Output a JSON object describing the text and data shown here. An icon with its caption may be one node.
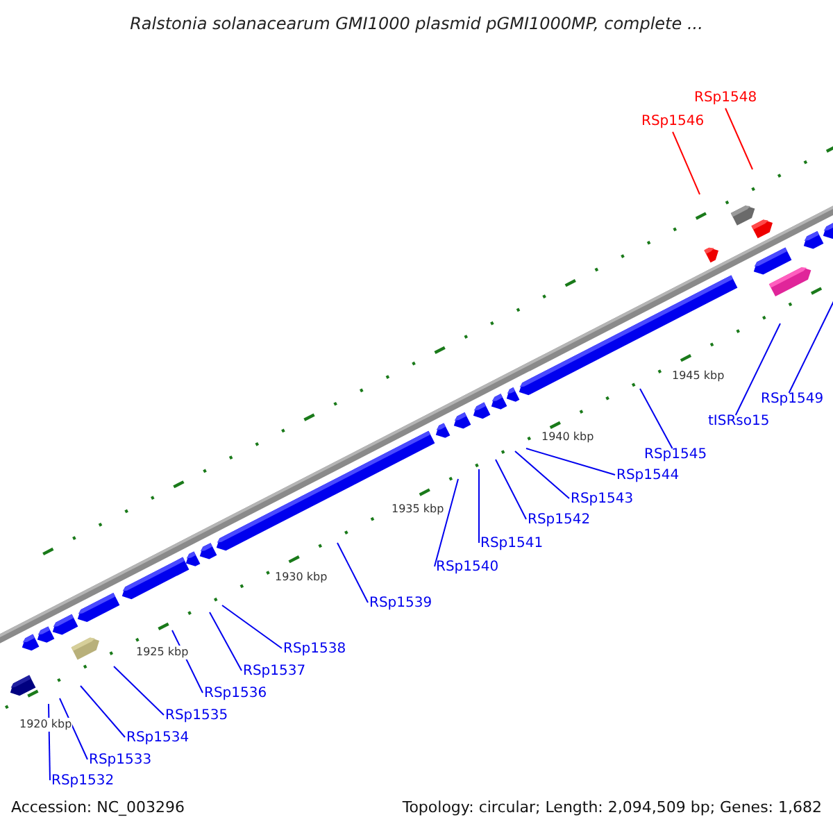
{
  "diagram": {
    "title": "Ralstonia solanacearum GMI1000 plasmid pGMI1000MP, complete ...",
    "nodes": [
      {
        "text": [
          "RSp1532"
        ]
      },
      {
        "text": [
          "RSp1533"
        ]
      },
      {
        "text": [
          "RSp1534"
        ]
      },
      {
        "text": [
          "RSp1535"
        ]
      },
      {
        "text": [
          "RSp1536"
        ]
      },
      {
        "text": [
          "RSp1537"
        ]
      },
      {
        "text": [
          "RSp1538"
        ]
      },
      {
        "text": [
          "RSp1539"
        ]
      },
      {
        "text": [
          "RSp1540"
        ]
      },
      {
        "text": [
          "RSp1541"
        ]
      },
      {
        "text": [
          "RSp1542"
        ]
      },
      {
        "text": [
          "RSp1543"
        ]
      },
      {
        "text": [
          "RSp1544"
        ]
      },
      {
        "text": [
          "RSp1545"
        ]
      },
      {
        "text": [
          "RSp1546"
        ]
      },
      {
        "text": [
          "RSp1548"
        ]
      },
      {
        "text": [
          "tISRso15"
        ]
      },
      {
        "text": [
          "RSp1549"
        ]
      }
    ],
    "edges": [
      {
        "from": 0,
        "to": null,
        "arrow": "none"
      },
      {
        "from": 1,
        "to": null,
        "arrow": "none"
      },
      {
        "from": 2,
        "to": null,
        "arrow": "none"
      },
      {
        "from": 3,
        "to": null,
        "arrow": "none"
      },
      {
        "from": 4,
        "to": null,
        "arrow": "none"
      },
      {
        "from": 5,
        "to": null,
        "arrow": "none"
      },
      {
        "from": 6,
        "to": null,
        "arrow": "none"
      },
      {
        "from": 7,
        "to": null,
        "arrow": "none"
      },
      {
        "from": 8,
        "to": null,
        "arrow": "none"
      },
      {
        "from": 9,
        "to": null,
        "arrow": "none"
      },
      {
        "from": 10,
        "to": null,
        "arrow": "none"
      },
      {
        "from": 11,
        "to": null,
        "arrow": "none"
      },
      {
        "from": 12,
        "to": null,
        "arrow": "none"
      },
      {
        "from": 13,
        "to": null,
        "arrow": "none"
      },
      {
        "from": 14,
        "to": null,
        "arrow": "none",
        "color": "#ff0000"
      },
      {
        "from": 15,
        "to": null,
        "arrow": "none",
        "color": "#ff0000"
      },
      {
        "from": 16,
        "to": null,
        "arrow": "none"
      },
      {
        "from": 17,
        "to": null,
        "arrow": "none"
      }
    ],
    "labels": [
      "1920 kbp",
      "1925 kbp",
      "1930 kbp",
      "1935 kbp",
      "1940 kbp",
      "1945 kbp",
      "Accession: NC_003296",
      "Topology: circular; Length: 2,094,509 bp; Genes: 1,682"
    ]
  }
}
